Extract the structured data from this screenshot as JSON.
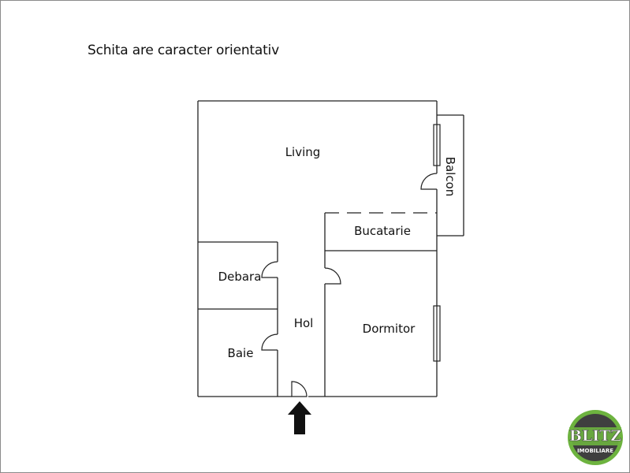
{
  "caption": "Schita are caracter orientativ",
  "rooms": {
    "living": "Living",
    "balcon": "Balcon",
    "bucatarie": "Bucatarie",
    "debara": "Debara",
    "hol": "Hol",
    "dormitor": "Dormitor",
    "baie": "Baie"
  },
  "logo": {
    "name": "BLITZ",
    "sub": "IMOBILIARE",
    "colors": {
      "dark": "#3f3f3f",
      "green": "#6db33f"
    }
  }
}
